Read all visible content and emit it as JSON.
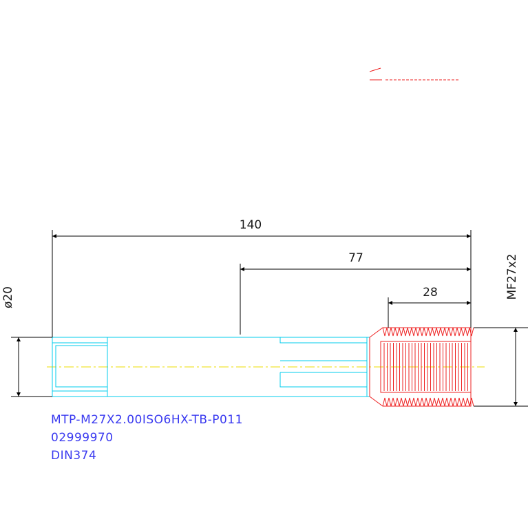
{
  "drawing": {
    "background": "#ffffff",
    "colors": {
      "dimension": "#000000",
      "body_outline": "#00ccee",
      "thread": "#ee2222",
      "centerline": "#eedd00",
      "text": "#3a3af0"
    },
    "dimensions": {
      "total_length": "140",
      "thread_shank_length": "77",
      "thread_length": "28",
      "shank_diameter": "ø20",
      "thread_size": "MF27x2"
    },
    "part_info": {
      "designation": "MTP-M27X2.00ISO6HX-TB-P011",
      "part_number": "02999970",
      "standard": "DIN374"
    }
  }
}
